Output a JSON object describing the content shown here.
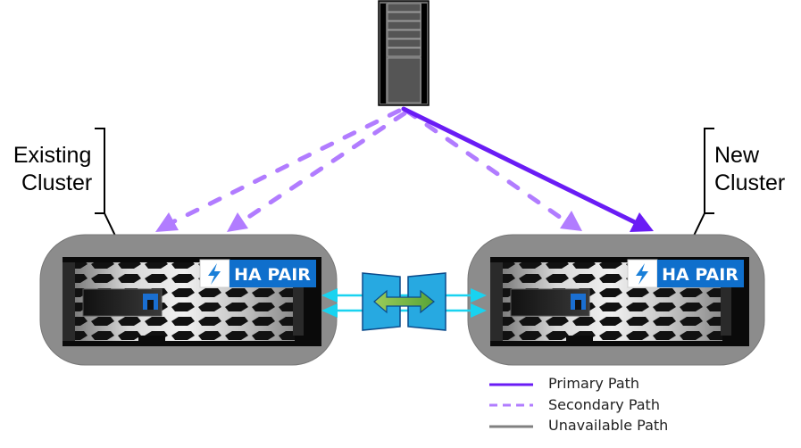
{
  "diagram": {
    "title": "Existing to new cluster migration paths",
    "server": {
      "icon": "server-tower-icon"
    },
    "clusters": [
      {
        "id": "existing",
        "label_lines": [
          "Existing",
          "Cluster"
        ],
        "badge": "HA PAIR",
        "badge_icon": "lightning-icon",
        "logo_icon": "netapp-logo-icon"
      },
      {
        "id": "new",
        "label_lines": [
          "New",
          "Cluster"
        ],
        "badge": "HA PAIR",
        "badge_icon": "lightning-icon",
        "logo_icon": "netapp-logo-icon"
      }
    ],
    "paths": [
      {
        "from": "server",
        "to": "existing",
        "type": "secondary",
        "count": 2
      },
      {
        "from": "server",
        "to": "new",
        "type": "secondary",
        "count": 1
      },
      {
        "from": "server",
        "to": "new",
        "type": "primary",
        "count": 1
      }
    ],
    "interconnect": {
      "icon": "cluster-interconnect-icon",
      "links": 2
    },
    "colors": {
      "primary": "#6a1cf5",
      "secondary": "#b17cff",
      "unavailable": "#808080",
      "interconnect": "#19d3f0",
      "badge_blue": "#0f6fcc",
      "enclosure": "#8c8c8c"
    },
    "legend": [
      {
        "type": "primary",
        "label": "Primary Path"
      },
      {
        "type": "secondary",
        "label": "Secondary Path"
      },
      {
        "type": "unavailable",
        "label": "Unavailable Path"
      }
    ]
  }
}
